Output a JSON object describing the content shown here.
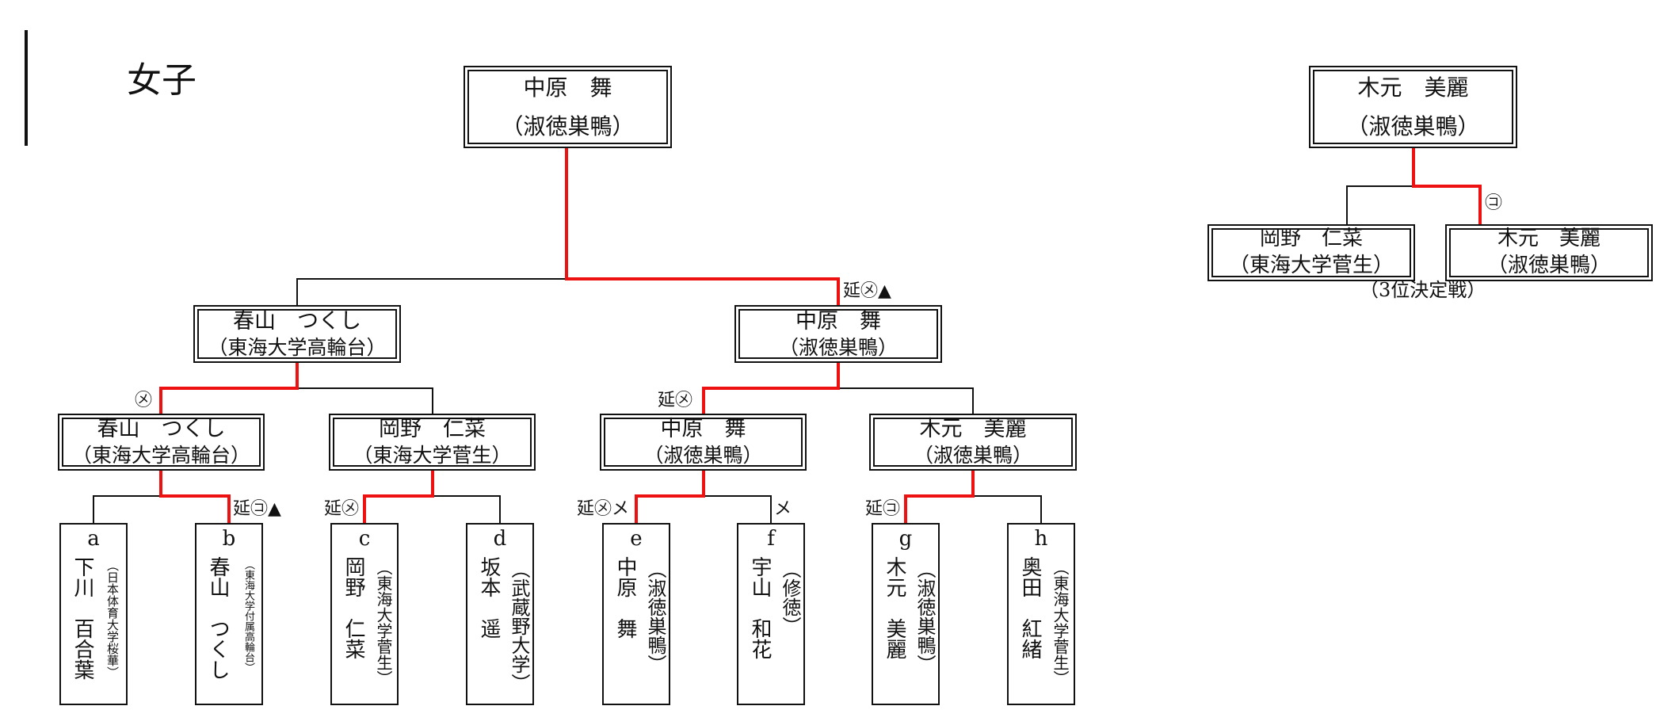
{
  "title": "女子",
  "main": {
    "final": {
      "name": "中原　舞",
      "team": "（淑徳巣鴨）"
    },
    "semis": [
      {
        "name": "春山　つくし",
        "team": "（東海大学高輪台）"
      },
      {
        "name": "中原　舞",
        "team": "（淑徳巣鴨）"
      }
    ],
    "quarters": [
      {
        "name": "春山　つくし",
        "team": "（東海大学高輪台）"
      },
      {
        "name": "岡野　仁菜",
        "team": "（東海大学菅生）"
      },
      {
        "name": "中原　舞",
        "team": "（淑徳巣鴨）"
      },
      {
        "name": "木元　美麗",
        "team": "（淑徳巣鴨）"
      }
    ],
    "entrants": [
      {
        "letter": "a",
        "name": "下川　百合葉",
        "team": "（日本体育大学桜華）"
      },
      {
        "letter": "b",
        "name": "春山　つくし",
        "team": "（東海大学付属高輪台）"
      },
      {
        "letter": "c",
        "name": "岡野　仁菜",
        "team": "（東海大学菅生）"
      },
      {
        "letter": "d",
        "name": "坂本　遥",
        "team": "（武蔵野大学）"
      },
      {
        "letter": "e",
        "name": "中原　舞",
        "team": "（淑徳巣鴨）"
      },
      {
        "letter": "f",
        "name": "宇山　和花",
        "team": "（修徳）"
      },
      {
        "letter": "g",
        "name": "木元　美麗",
        "team": "（淑徳巣鴨）"
      },
      {
        "letter": "h",
        "name": "奥田　紅緒",
        "team": "（東海大学菅生）"
      }
    ],
    "annotations": {
      "final": "延㋱▲",
      "semi_left": "㋱",
      "semi_right": "延㋱",
      "qf_b": "延㋙▲",
      "qf_c": "延㋱",
      "qf_e": "延㋱メ",
      "qf_f": "メ",
      "qf_g": "延㋙"
    }
  },
  "third_place": {
    "winner": {
      "name": "木元　美麗",
      "team": "（淑徳巣鴨）"
    },
    "left": {
      "name": "岡野　仁菜",
      "team": "（東海大学菅生）"
    },
    "right": {
      "name": "木元　美麗",
      "team": "（淑徳巣鴨）"
    },
    "annotation": "㋙",
    "caption": "（3位決定戦）"
  },
  "colors": {
    "win_line": "#ee1111",
    "line": "#111111"
  }
}
